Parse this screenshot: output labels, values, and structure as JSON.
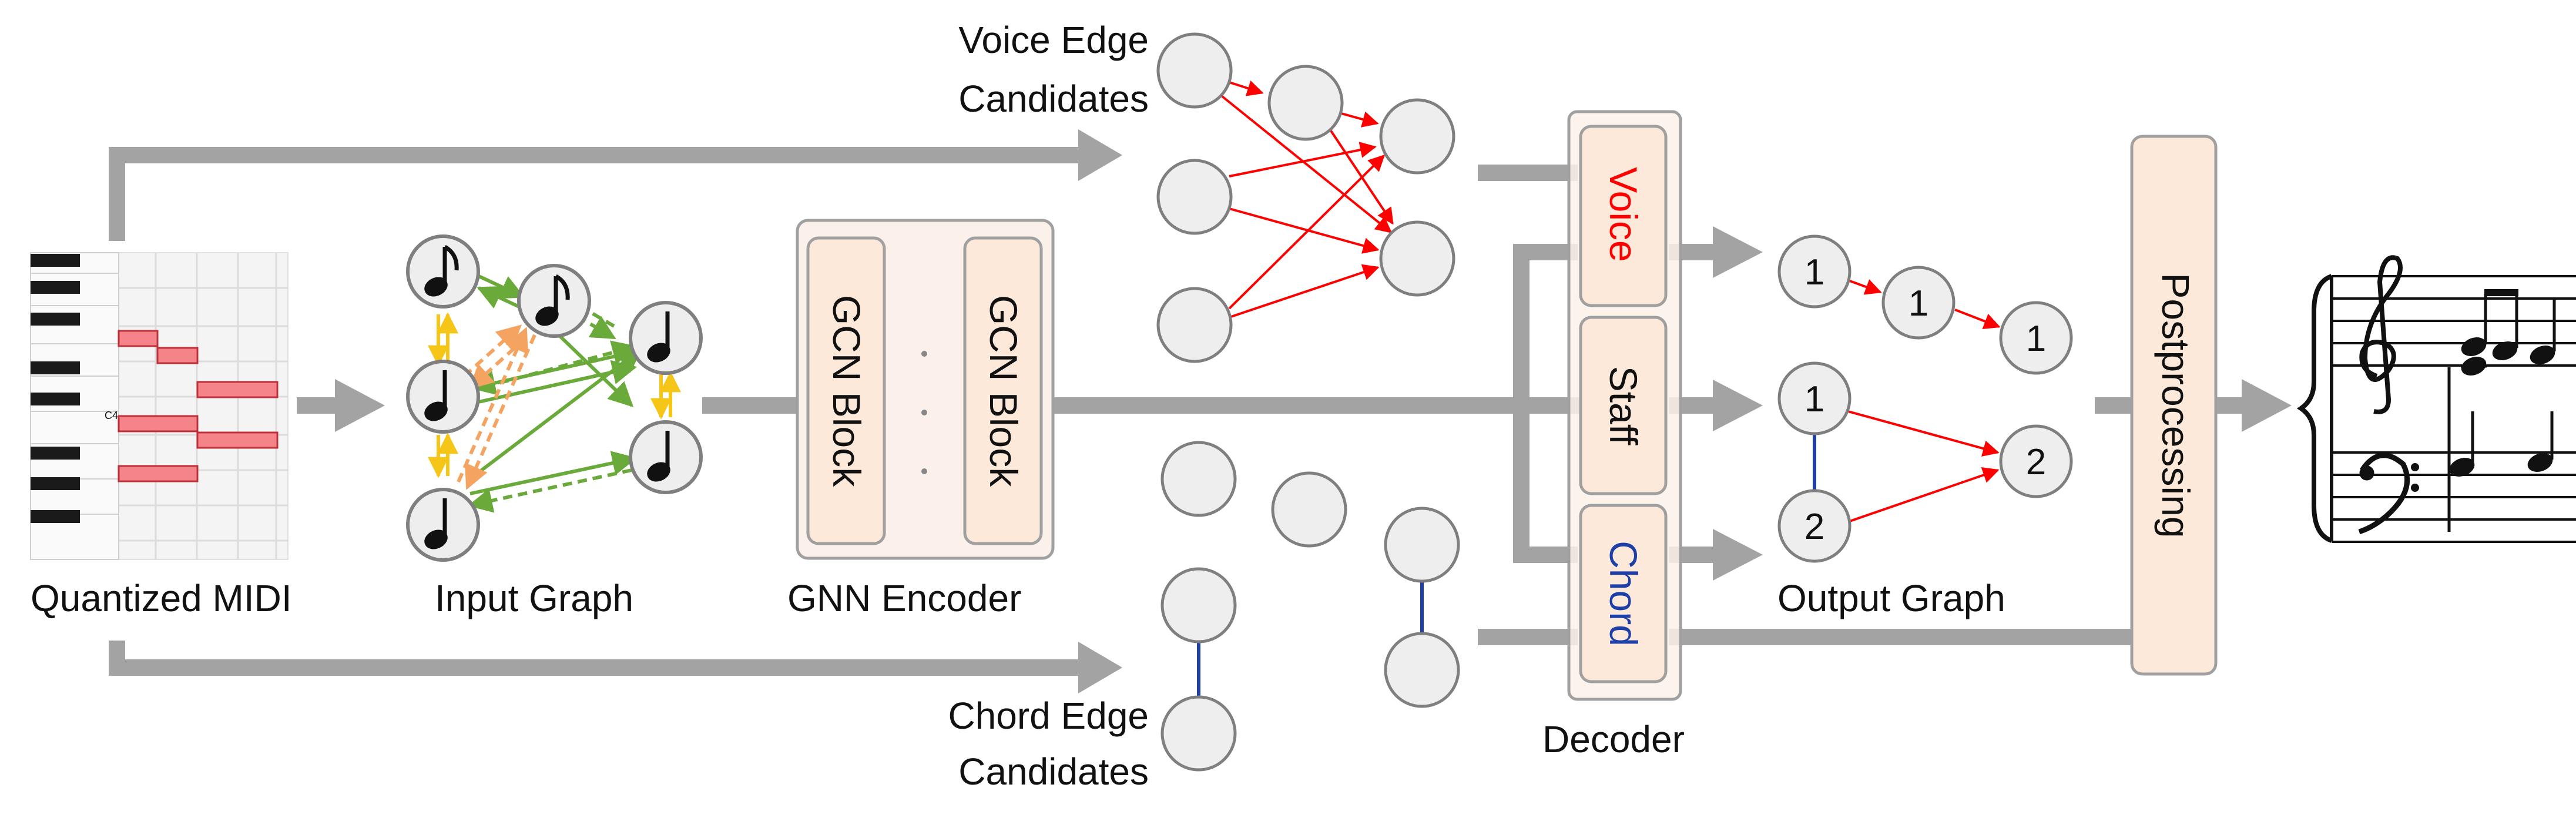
{
  "labels": {
    "quantized_midi": "Quantized MIDI",
    "input_graph": "Input Graph",
    "gnn_encoder": "GNN Encoder",
    "gcn_block_1": "GCN Block",
    "gcn_block_2": "GCN Block",
    "voice_edge_line1": "Voice Edge",
    "voice_edge_line2": "Candidates",
    "chord_edge_line1": "Chord Edge",
    "chord_edge_line2": "Candidates",
    "decoder": "Decoder",
    "voice": "Voice",
    "staff": "Staff",
    "chord": "Chord",
    "output_graph": "Output Graph",
    "postprocessing": "Postprocessing",
    "midi_c4": "C4"
  },
  "output_nodes": {
    "voice_row": [
      "1",
      "1",
      "1"
    ],
    "staff_left": [
      "1",
      "2"
    ],
    "staff_right": "2"
  },
  "colors": {
    "arrow_gray": "#a3a3a3",
    "node_fill": "#eeeeee",
    "node_stroke": "#7f7f7f",
    "box_fill": "#fde9d9",
    "box_stroke": "#a0a0a0",
    "voice_red": "#ff0000",
    "chord_blue": "#1f3fa8",
    "green": "#6aaa3a",
    "orange": "#f4a460",
    "yellow": "#f5c518",
    "midi_note": "#f4838a"
  },
  "icons": [
    "quarter-note-icon",
    "eighth-note-icon",
    "piano-keyboard-icon",
    "treble-clef-icon",
    "bass-clef-icon",
    "dots-icon"
  ]
}
